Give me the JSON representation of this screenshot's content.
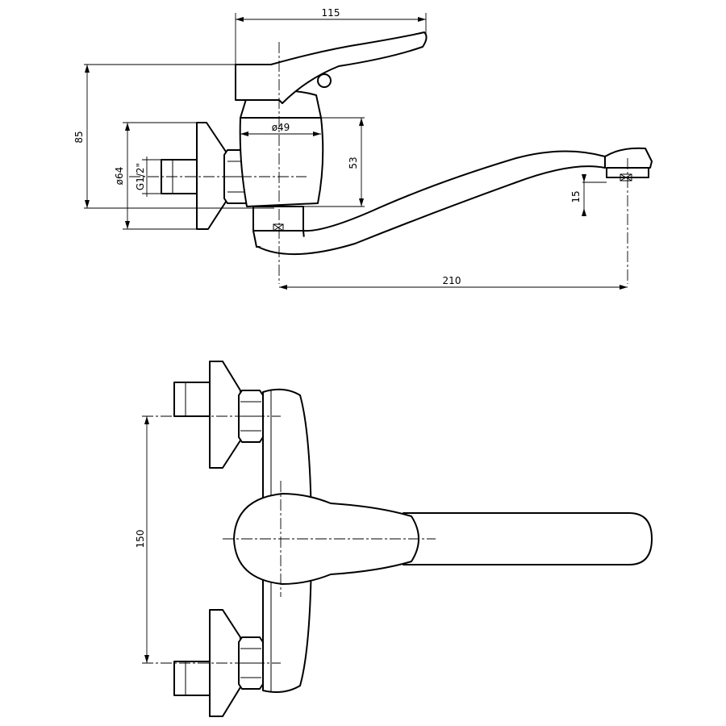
{
  "dimensions": {
    "width_handle": "115",
    "height_total": "85",
    "diameter_body": "ø49",
    "height_axis": "53",
    "diameter_rosette": "ø64",
    "thread": "G1/2\"",
    "spout_drop": "15",
    "spout_reach": "210",
    "centers": "150"
  }
}
